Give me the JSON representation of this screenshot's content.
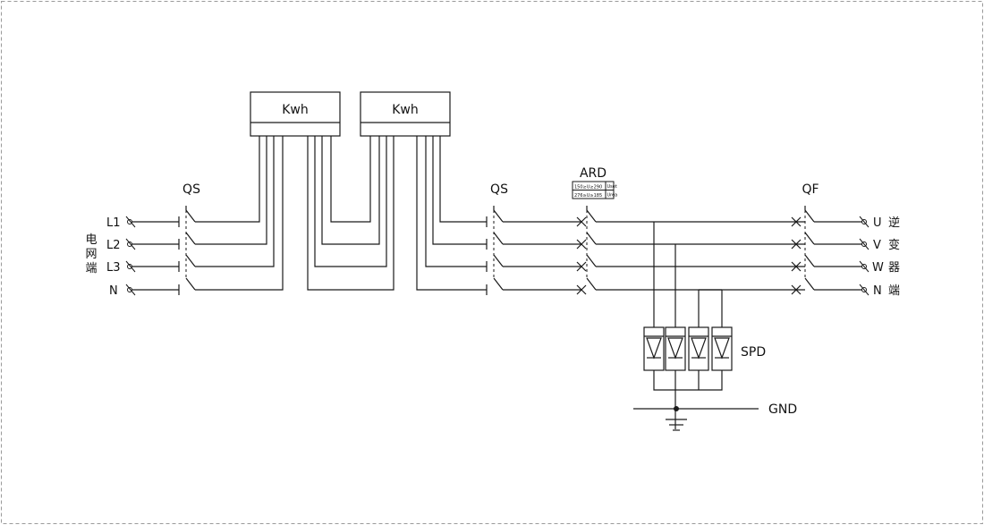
{
  "labels": {
    "grid_side": [
      "电",
      "网",
      "端"
    ],
    "inverter_side": [
      "逆",
      "变",
      "器",
      "端"
    ],
    "input_phases": [
      "L1",
      "L2",
      "L3",
      "N"
    ],
    "output_phases": [
      "U",
      "V",
      "W",
      "N"
    ],
    "meter_1": "Kwh",
    "meter_2": "Kwh",
    "switch_1": "QS",
    "switch_2": "QS",
    "breaker": "QF",
    "protector": "ARD",
    "ard_settings": [
      "150≥U≥290",
      "276≥U≥185"
    ],
    "ard_units": [
      "Uset",
      "Urea"
    ],
    "surge": "SPD",
    "ground": "GND"
  },
  "colors": {
    "line": "#1a1a1a",
    "border_dash": "#9a9a9a",
    "background": "#ffffff"
  }
}
